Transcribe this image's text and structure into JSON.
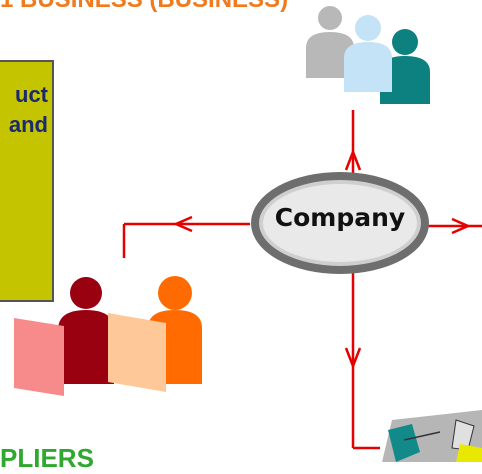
{
  "labels": {
    "top_fragment": "1 BUSINESS     (BUSINESS)",
    "box_line_1": "uct",
    "box_line_2": "and",
    "company": "Company",
    "bottom_fragment": "PLIERS"
  },
  "colors": {
    "arrow": "#e60000",
    "box": "#c4c400",
    "box_text": "#1a2a6c",
    "top_text": "#f07a1e",
    "bottom_text": "#2fa82f"
  }
}
